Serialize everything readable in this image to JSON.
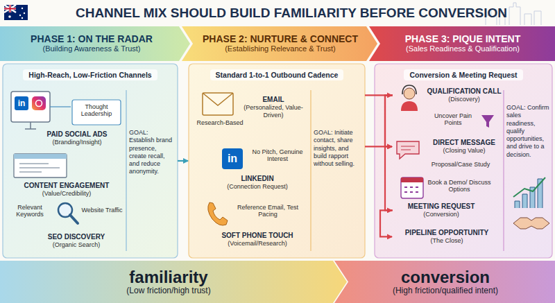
{
  "diagram": {
    "title": "CHANNEL MIX SHOULD BUILD FAMILIARITY BEFORE CONVERSION",
    "nodes": [
      {
        "text": [
          "PHASE 1: ON THE RADAR",
          "(Building Awareness & Trust)"
        ]
      },
      {
        "text": [
          "PHASE 2: NURTURE & CONNECT",
          "(Establishing Relevance & Trust)"
        ]
      },
      {
        "text": [
          "PHASE 3: PIQUE INTENT",
          "(Sales Readiness & Qualification)"
        ]
      },
      {
        "text": [
          "High-Reach, Low-Friction Channels"
        ]
      },
      {
        "text": [
          "PAID SOCIAL ADS",
          "(Branding/Insight)"
        ],
        "in": 3
      },
      {
        "text": [
          "CONTENT ENGAGEMENT",
          "(Value/Credibility)"
        ],
        "in": 3
      },
      {
        "text": [
          "SEO DISCOVERY",
          "(Organic Search)"
        ],
        "in": 3
      },
      {
        "text": [
          "Standard 1-to-1 Outbound Cadence"
        ]
      },
      {
        "text": [
          "EMAIL",
          "(Personalized, Value-Driven)"
        ],
        "in": 7
      },
      {
        "text": [
          "LINKEDIN",
          "(Connection Request)"
        ],
        "in": 7
      },
      {
        "text": [
          "SOFT PHONE TOUCH",
          "(Voicemail/Research)"
        ],
        "in": 7
      },
      {
        "text": [
          "Conversion & Meeting Request"
        ]
      },
      {
        "text": [
          "QUALIFICATION CALL",
          "(Discovery)"
        ],
        "in": 11
      },
      {
        "text": [
          "DIRECT MESSAGE",
          "(Closing Value)"
        ],
        "in": 11
      },
      {
        "text": [
          "MEETING REQUEST",
          "(Conversion)"
        ],
        "in": 11
      },
      {
        "text": [
          "PIPELINE OPPORTUNITY",
          "(The Close)"
        ],
        "in": 11
      },
      {
        "text": [
          "familiarity",
          "(Low friction/high trust)"
        ]
      },
      {
        "text": [
          "conversion",
          "(High friction/qualified intent)"
        ]
      }
    ],
    "edges": [
      {
        "from": 3,
        "to": 7,
        "arrow": "to"
      },
      {
        "from": 7,
        "to": 12,
        "arrow": "to"
      },
      {
        "from": 7,
        "to": 13,
        "arrow": "to"
      },
      {
        "from": 12,
        "to": 13,
        "arrow": "to"
      },
      {
        "from": 12,
        "to": 14,
        "arrow": "to"
      },
      {
        "from": 14,
        "to": 15,
        "arrow": "to"
      }
    ],
    "labels": [
      "in",
      "Thought Leadership",
      "Relevant Keywords",
      "Website Traffic",
      "GOAL: Establish brand presence, create recall, and reduce anonymity.",
      "Research-Based",
      "in",
      "No Pitch, Genuine Interest",
      "Reference Email, Test Pacing",
      "GOAL: Initiate contact, share insights, and build rapport without selling.",
      "Uncover Pain Points",
      "Proposal/Case Study",
      "Book a Demo/ Discuss Options",
      "GOAL: Confirm sales readiness, qualify opportunities, and drive to a decision."
    ]
  }
}
